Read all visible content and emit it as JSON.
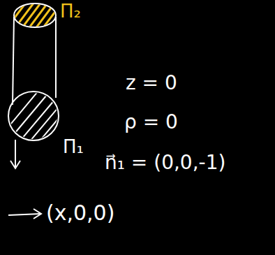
{
  "diagram": {
    "labels": [
      "Π₂",
      "Π₁",
      "z = 0",
      "ρ = 0",
      "n⃗₁ = (0,0,-1)",
      "(x,0,0)"
    ]
  }
}
